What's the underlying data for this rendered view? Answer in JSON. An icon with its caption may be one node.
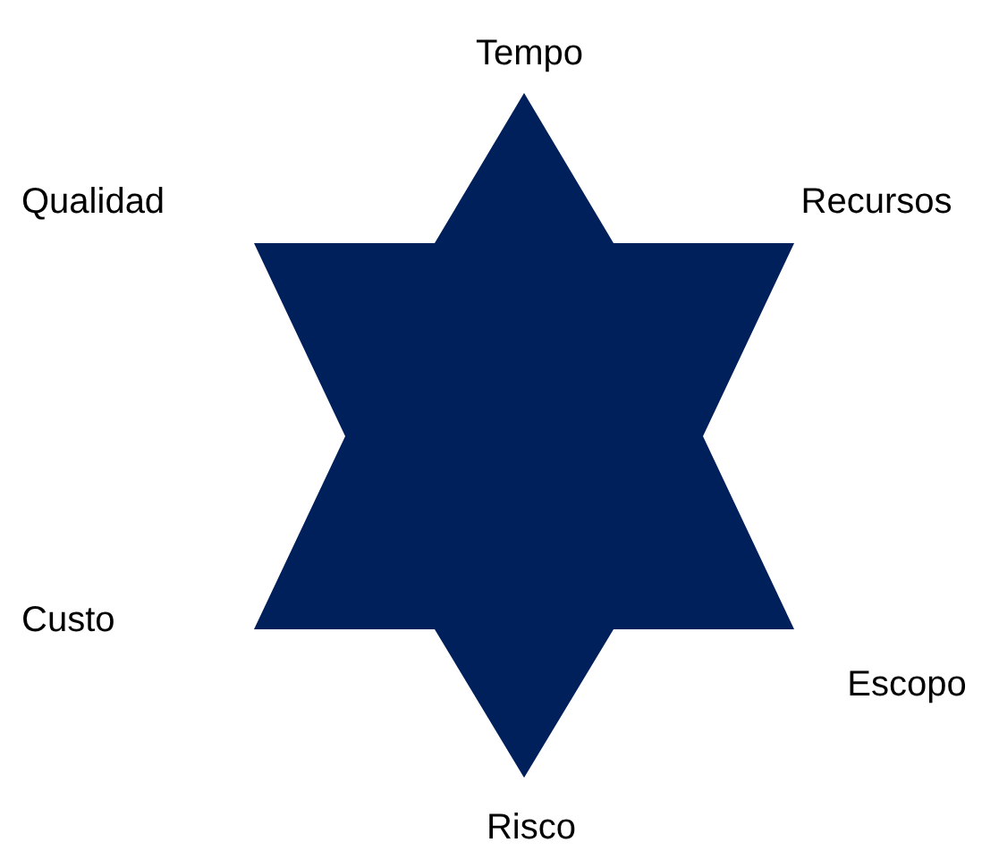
{
  "diagram": {
    "labels": [
      "Tempo",
      "Qualidad",
      "Recursos",
      "Custo",
      "Escopo",
      "Risco"
    ]
  }
}
